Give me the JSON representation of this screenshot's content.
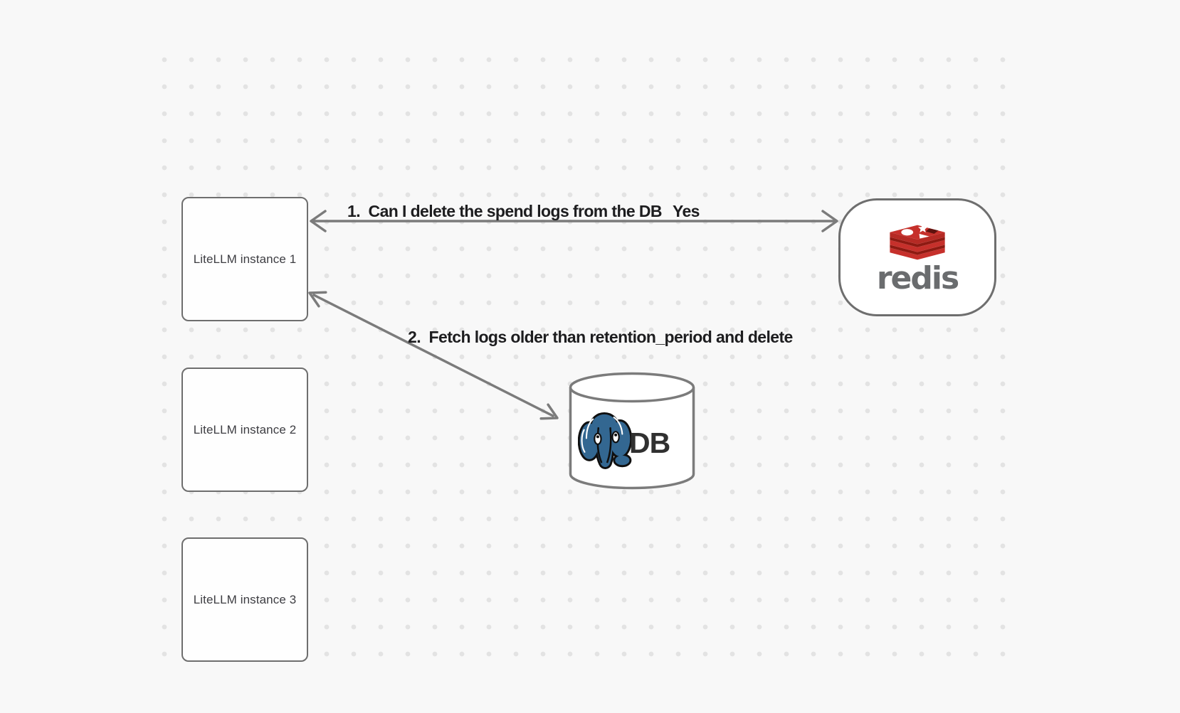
{
  "canvas": {
    "background": "#F8F8F8",
    "dot_color": "#E3E3E3",
    "grid": "dotted"
  },
  "nodes": {
    "instance1": {
      "label": "LiteLLM instance 1"
    },
    "instance2": {
      "label": "LiteLLM instance 2"
    },
    "instance3": {
      "label": "LiteLLM instance 3"
    },
    "redis": {
      "wordmark": "redis",
      "icon": "redis-stacked-cubes-logo"
    },
    "database": {
      "label": "DB",
      "icon": "postgresql-elephant-logo",
      "shape": "cylinder"
    }
  },
  "edges": {
    "edge1": {
      "label": "1.  Can I delete the spend logs from the DB",
      "response": "Yes",
      "between": [
        "LiteLLM instance 1",
        "redis"
      ],
      "style": "double-headed-arrow"
    },
    "edge2": {
      "label": "2.  Fetch logs older than retention_period and delete",
      "between": [
        "LiteLLM instance 1",
        "DB"
      ],
      "style": "double-headed-arrow"
    }
  },
  "colors": {
    "redis_red": "#C6302B",
    "redis_dark_red": "#8E1A12",
    "redis_notch_dark": "#5E120E",
    "redis_wordmark_gray": "#6A6C6E",
    "postgres_blue": "#336791",
    "outline_gray": "#6E6E6E",
    "arrow_gray": "#7B7B7B",
    "label_color": "#1D1D1F",
    "node_text_color": "#3D3D42"
  }
}
